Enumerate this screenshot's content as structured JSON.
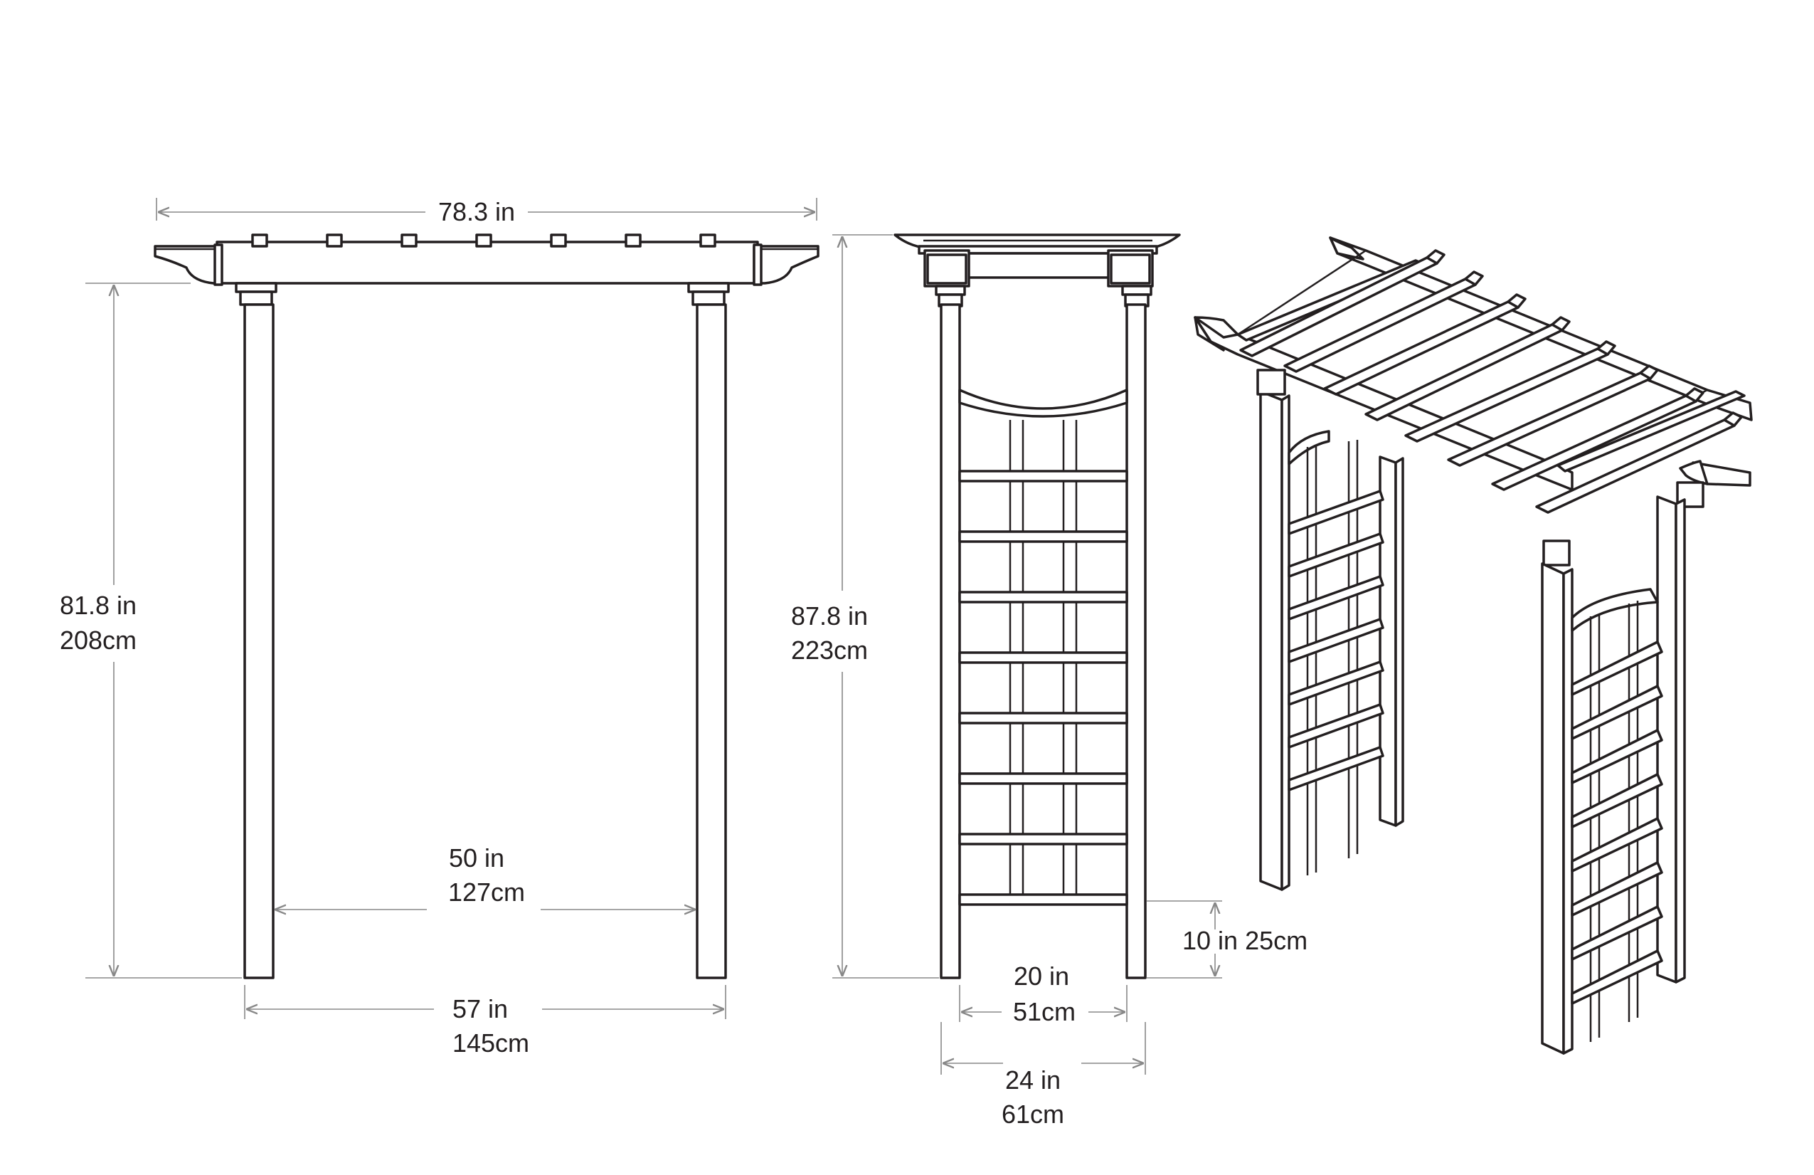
{
  "front_view": {
    "width_label": "78.3 in",
    "height_label": [
      "81.8 in",
      "208cm"
    ],
    "inner_width_label": [
      "50 in",
      "127cm"
    ],
    "outer_width_label": [
      "57 in",
      "145cm"
    ]
  },
  "side_view": {
    "height_label": [
      "87.8 in",
      "223cm"
    ],
    "inner_depth_label": [
      "20 in",
      "51cm"
    ],
    "outer_depth_label": [
      "24 in",
      "61cm"
    ],
    "clearance_label": "10 in 25cm"
  },
  "colors": {
    "line": "#231f20",
    "dimension": "#888888",
    "background": "#ffffff"
  }
}
